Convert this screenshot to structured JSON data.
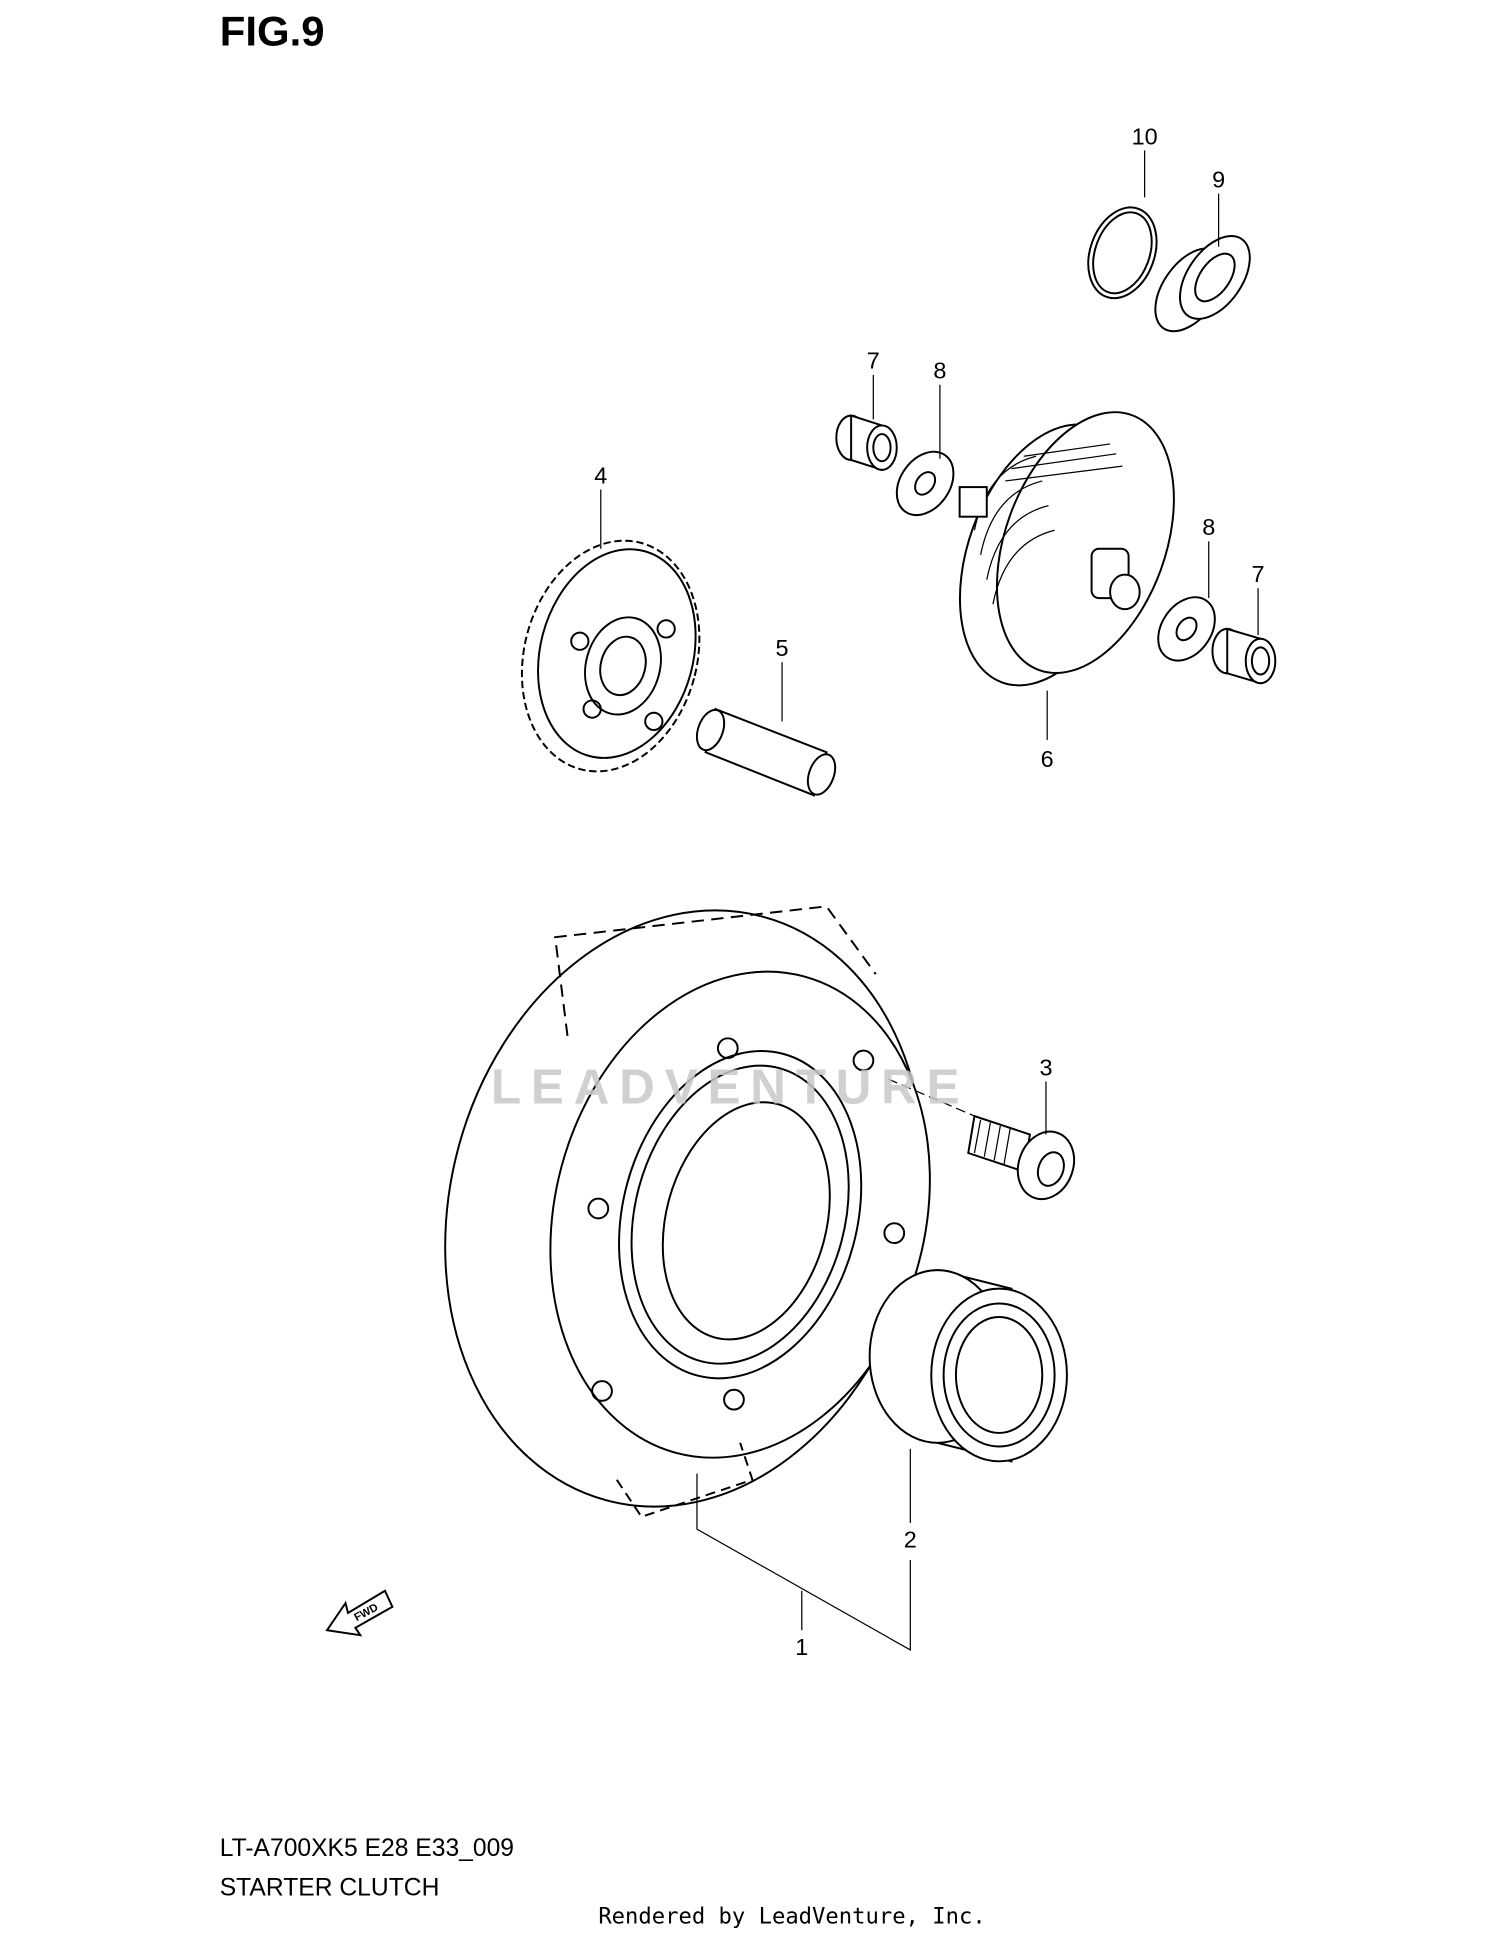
{
  "figure": {
    "title": "FIG.9"
  },
  "callouts": {
    "c10": "10",
    "c9": "9",
    "c7a": "7",
    "c8a": "8",
    "c4": "4",
    "c8b": "8",
    "c7b": "7",
    "c5": "5",
    "c6": "6",
    "c3": "3",
    "c2": "2",
    "c1": "1"
  },
  "fwd_arrow": "FWD",
  "watermark": "LEADVENTURE",
  "footer": {
    "model_code": "LT-A700XK5 E28 E33_009",
    "section_name": "STARTER CLUTCH",
    "rendered_by": "Rendered by LeadVenture, Inc."
  }
}
